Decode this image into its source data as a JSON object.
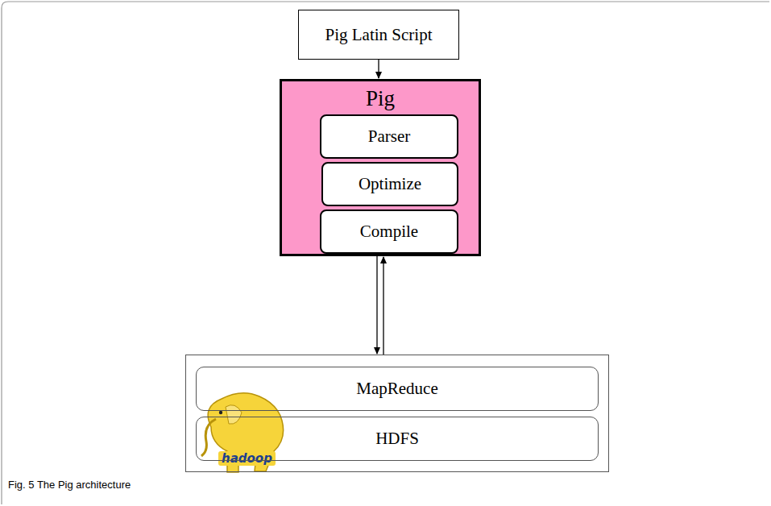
{
  "diagram": {
    "caption": "Fig. 5 The Pig architecture",
    "nodes": [
      {
        "text": [
          "Pig Latin Script"
        ]
      },
      {
        "text": [
          "Pig"
        ]
      },
      {
        "text": [
          "Parser"
        ],
        "in": 1
      },
      {
        "text": [
          "Optimize"
        ],
        "in": 1
      },
      {
        "text": [
          "Compile"
        ],
        "in": 1
      },
      {
        "text": [
          "hadoop"
        ]
      },
      {
        "text": [
          "MapReduce"
        ],
        "in": 5
      },
      {
        "text": [
          "HDFS"
        ],
        "in": 5
      }
    ],
    "edges": [
      {
        "from": 0,
        "to": 1,
        "arrow": "to"
      },
      {
        "from": 1,
        "to": 5,
        "arrow": "to"
      },
      {
        "from": 5,
        "to": 1,
        "arrow": "to"
      }
    ]
  }
}
